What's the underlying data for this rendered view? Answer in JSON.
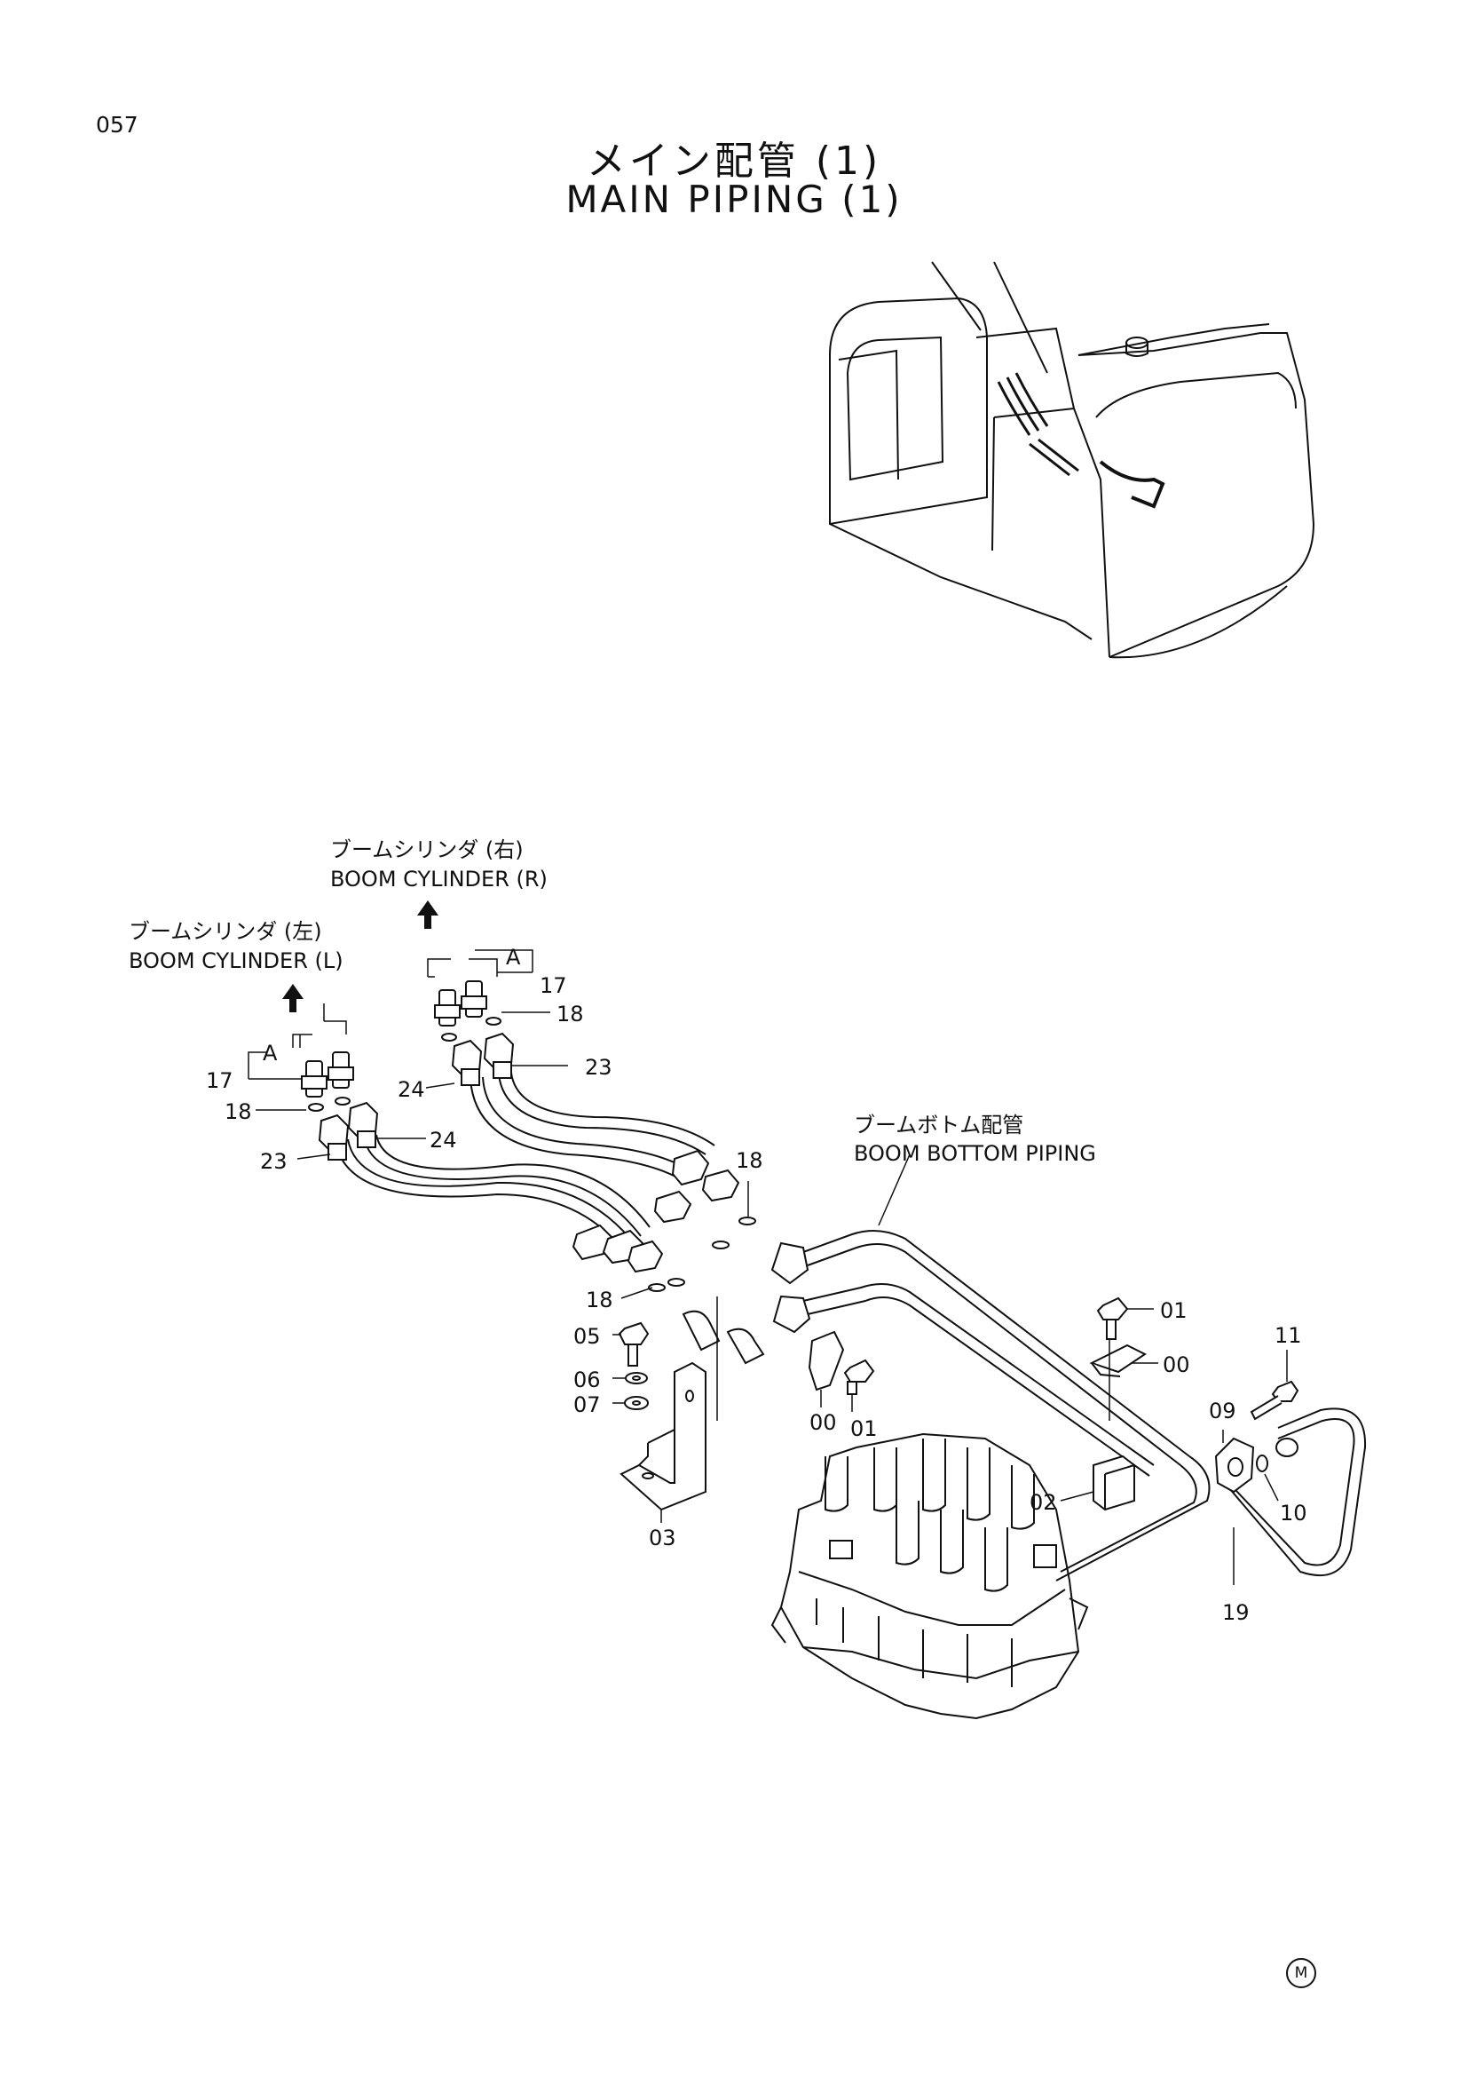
{
  "page_number": "057",
  "title": {
    "japanese": "メイン配管 (1)",
    "english": "MAIN PIPING (1)"
  },
  "labels": {
    "boom_cyl_r_jp": "ブームシリンダ (右)",
    "boom_cyl_r_en": "BOOM CYLINDER (R)",
    "boom_cyl_l_jp": "ブームシリンダ (左)",
    "boom_cyl_l_en": "BOOM CYLINDER (L)",
    "boom_bottom_jp": "ブームボトム配管",
    "boom_bottom_en": "BOOM BOTTOM PIPING",
    "detail_a": "A"
  },
  "callouts": {
    "p17_left": "17",
    "p18_left": "18",
    "p23_left": "23",
    "p24_left": "24",
    "p17_right": "17",
    "p18_right": "18",
    "p23_right": "23",
    "p24_right": "24",
    "p18_top": "18",
    "p18_mid": "18",
    "p05": "05",
    "p06": "06",
    "p07": "07",
    "p03": "03",
    "p00_left": "00",
    "p01_left": "01",
    "p01_right": "01",
    "p00_right": "00",
    "p02": "02",
    "p09": "09",
    "p11": "11",
    "p10": "10",
    "p19": "19"
  },
  "corner_mark": "M"
}
